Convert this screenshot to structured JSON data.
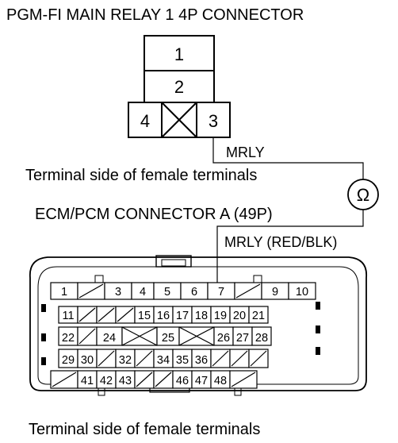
{
  "relay_connector": {
    "title": "PGM-FI MAIN RELAY 1 4P CONNECTOR",
    "pins": [
      "1",
      "2",
      "3",
      "4"
    ],
    "caption": "Terminal side of female terminals"
  },
  "wire": {
    "label_top": "MRLY",
    "label_bottom": "MRLY (RED/BLK)",
    "meter_symbol": "Ω"
  },
  "ecm_connector": {
    "title": "ECM/PCM CONNECTOR A (49P)",
    "caption": "Terminal side of female terminals",
    "rows": [
      [
        "1",
        "/",
        "3",
        "4",
        "5",
        "6",
        "7",
        "/",
        "9",
        "10"
      ],
      [
        "11",
        "/",
        "/",
        "/",
        "15",
        "16",
        "17",
        "18",
        "19",
        "20",
        "21"
      ],
      [
        "22",
        "/",
        "24",
        "X",
        "25",
        "X",
        "26",
        "27",
        "28"
      ],
      [
        "29",
        "30",
        "/",
        "32",
        "/",
        "34",
        "35",
        "36",
        "/",
        "/",
        "/"
      ],
      [
        "/",
        "41",
        "42",
        "43",
        "/",
        "/",
        "46",
        "47",
        "48",
        "/"
      ]
    ]
  }
}
